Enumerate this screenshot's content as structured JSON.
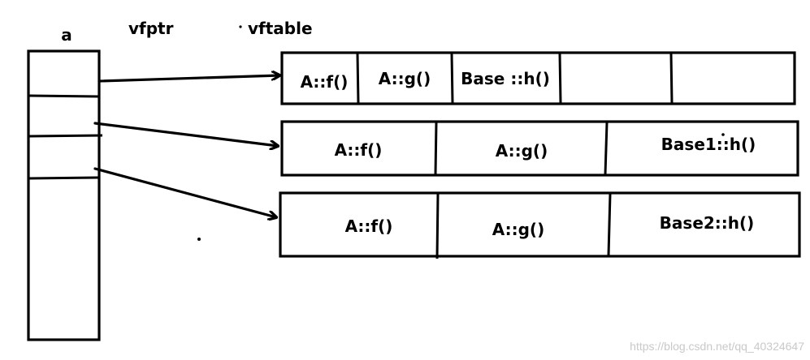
{
  "labels": {
    "object": "a",
    "vfptr": "vfptr",
    "vftable": "vftable"
  },
  "tables": [
    {
      "entries": [
        "A::f()",
        "A::g()",
        "Base ::h()",
        "",
        ""
      ]
    },
    {
      "entries": [
        "A::f()",
        "A::g()",
        "Base1::h()"
      ]
    },
    {
      "entries": [
        "A::f()",
        "A::g()",
        "Base2::h()"
      ]
    }
  ],
  "watermark": "https://blog.csdn.net/qq_40324647"
}
